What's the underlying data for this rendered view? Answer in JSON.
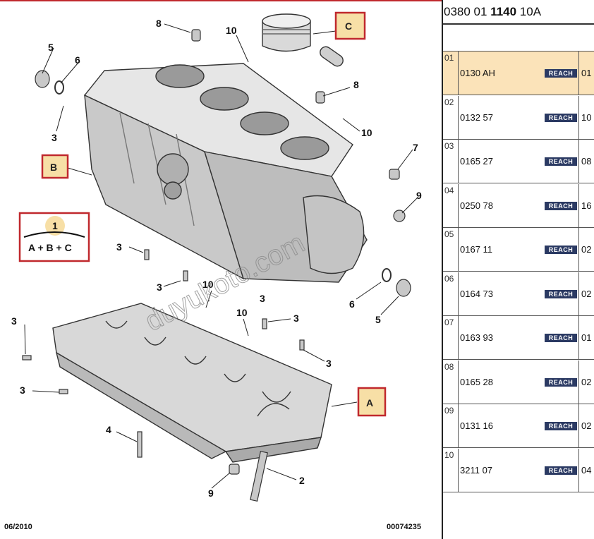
{
  "reference": {
    "prefix": "0380 01 ",
    "bold": "1140",
    "suffix": " 10A"
  },
  "parts": [
    {
      "index": "01",
      "part_no": "0130 AH",
      "badge": "REACH",
      "qty": "01",
      "selected": true
    },
    {
      "index": "02",
      "part_no": "0132 57",
      "badge": "REACH",
      "qty": "10",
      "selected": false
    },
    {
      "index": "03",
      "part_no": "0165 27",
      "badge": "REACH",
      "qty": "08",
      "selected": false
    },
    {
      "index": "04",
      "part_no": "0250 78",
      "badge": "REACH",
      "qty": "16",
      "selected": false
    },
    {
      "index": "05",
      "part_no": "0167 11",
      "badge": "REACH",
      "qty": "02",
      "selected": false
    },
    {
      "index": "06",
      "part_no": "0164 73",
      "badge": "REACH",
      "qty": "02",
      "selected": false
    },
    {
      "index": "07",
      "part_no": "0163 93",
      "badge": "REACH",
      "qty": "01",
      "selected": false
    },
    {
      "index": "08",
      "part_no": "0165 28",
      "badge": "REACH",
      "qty": "02",
      "selected": false
    },
    {
      "index": "09",
      "part_no": "0131 16",
      "badge": "REACH",
      "qty": "02",
      "selected": false
    },
    {
      "index": "10",
      "part_no": "3211 07",
      "badge": "REACH",
      "qty": "04",
      "selected": false
    }
  ],
  "diagram": {
    "callouts": [
      "8",
      "10",
      "C",
      "5",
      "6",
      "3",
      "8",
      "10",
      "B",
      "7",
      "9",
      "6",
      "5",
      "3",
      "3",
      "10",
      "3",
      "10",
      "3",
      "3",
      "3",
      "3",
      "A",
      "4",
      "9",
      "2",
      "1"
    ],
    "boxes": {
      "a": "A",
      "b": "B",
      "c": "C"
    },
    "legend": {
      "number": "1",
      "formula": "A + B + C"
    },
    "watermark": "duyukoto.com",
    "footer_date": "06/2010",
    "footer_code": "00074235"
  },
  "colors": {
    "accent_red": "#c0282d",
    "selected_row": "#fbe3b9",
    "badge_bg": "#2b3a63",
    "box_fill": "#f7dfa6"
  }
}
